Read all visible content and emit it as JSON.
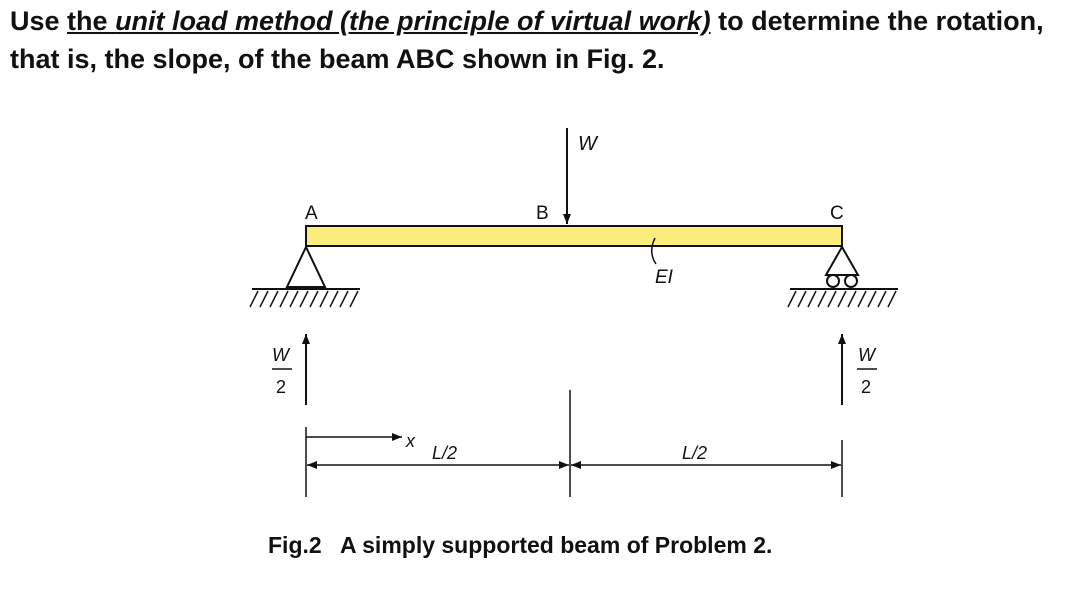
{
  "question": {
    "part1": "Use ",
    "part2": "the ",
    "part3": "unit load method (the principle of virtual work)",
    "part4": " to determine the rotation, that is, the slope, of the beam ABC shown in Fig. 2."
  },
  "figure": {
    "load_label": "W",
    "point_a": "A",
    "point_b": "B",
    "point_c": "C",
    "stiffness_label": "EI",
    "reaction_left_num": "W",
    "reaction_left_den": "2",
    "reaction_right_num": "W",
    "reaction_right_den": "2",
    "x_label": "x",
    "dim_left": "L/2",
    "dim_right": "L/2",
    "beam_color": "#fbee7c"
  },
  "caption": "Fig.2   A simply supported beam of Problem 2."
}
